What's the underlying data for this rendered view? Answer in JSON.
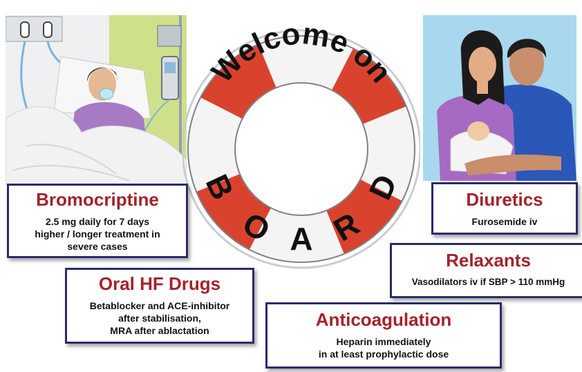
{
  "ring": {
    "top_text": "Welcome on",
    "letters": [
      "B",
      "O",
      "A",
      "R",
      "D"
    ]
  },
  "boxes": {
    "bromocriptine": {
      "title": "Bromocriptine",
      "lines": [
        "2.5 mg daily for 7 days",
        "higher / longer treatment in",
        "severe cases"
      ]
    },
    "oral_hf": {
      "title": "Oral HF Drugs",
      "lines": [
        "Betablocker and ACE-inhibitor",
        "after stabilisation,",
        "MRA after ablactation"
      ]
    },
    "anticoagulation": {
      "title": "Anticoagulation",
      "lines": [
        "Heparin immediately",
        "in at least prophylactic dose"
      ]
    },
    "diuretics": {
      "title": "Diuretics",
      "lines": [
        "Furosemide iv"
      ]
    },
    "relaxants": {
      "title": "Relaxants",
      "lines": [
        "Vasodilators iv if SBP > 110 mmHg"
      ]
    }
  },
  "colors": {
    "title_red": "#a3232a",
    "border_navy": "#2b2b6b",
    "ring_red": "#d9432e",
    "ring_white": "#f4f4f4"
  }
}
